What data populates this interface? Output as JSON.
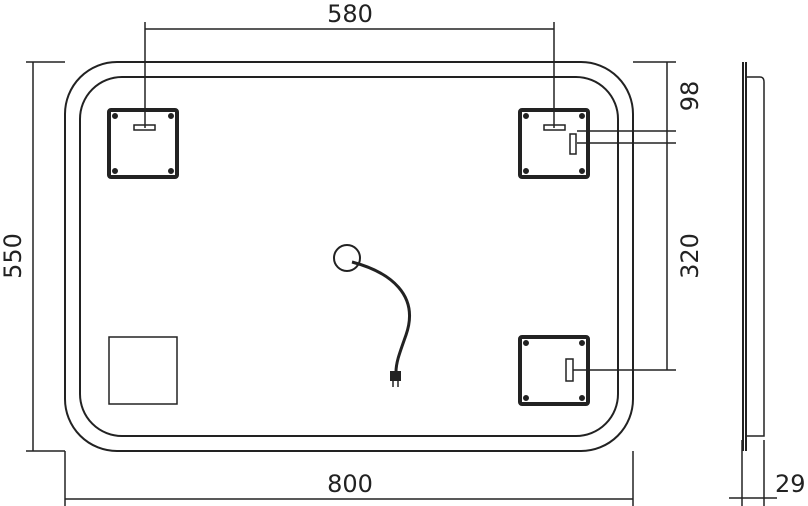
{
  "title": "Mirror technical drawing",
  "colors": {
    "line": "#222222",
    "background": "#ffffff"
  },
  "dimensions": {
    "mount_spacing_horizontal": "580",
    "height": "550",
    "width": "800",
    "top_offset": "98",
    "mount_spacing_vertical": "320",
    "depth": "29"
  }
}
